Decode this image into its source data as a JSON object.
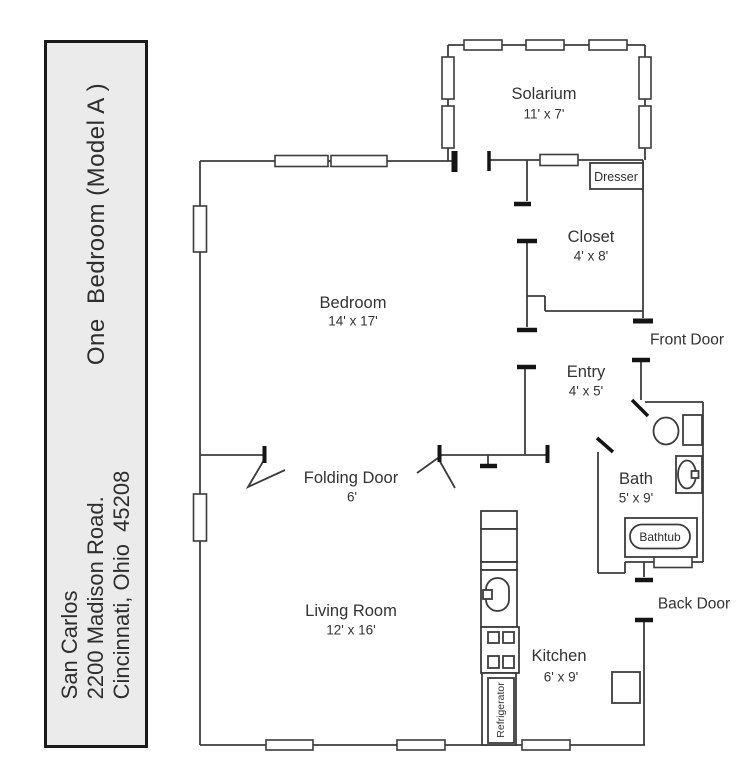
{
  "sidebar": {
    "title": "One  Bedroom (Model A )",
    "address_lines": [
      "San Carlos",
      "2200 Madison Road.",
      "Cincinnati, Ohio  45208"
    ]
  },
  "rooms": [
    {
      "name": "Solarium",
      "dims": "11' x 7'"
    },
    {
      "name": "Bedroom",
      "dims": "14' x 17'"
    },
    {
      "name": "Closet",
      "dims": "4' x 8'"
    },
    {
      "name": "Entry",
      "dims": "4' x 5'"
    },
    {
      "name": "Bath",
      "dims": "5' x 9'"
    },
    {
      "name": "Living Room",
      "dims": "12' x 16'"
    },
    {
      "name": "Kitchen",
      "dims": "6' x 9'"
    }
  ],
  "doors": {
    "folding_door": {
      "label": "Folding Door",
      "dims": "6'"
    },
    "front_door_label": "Front Door",
    "back_door_label": "Back Door"
  },
  "fixtures": {
    "dresser_label": "Dresser",
    "bathtub_label": "Bathtub",
    "refrigerator_label": "Refrigerator"
  },
  "colors": {
    "wall": "#3c3c3c",
    "door_jamb": "#141414",
    "text": "#333333",
    "sidebar_fill": "#ebebeb",
    "sidebar_border": "#1a1a1a",
    "background": "#ffffff"
  }
}
